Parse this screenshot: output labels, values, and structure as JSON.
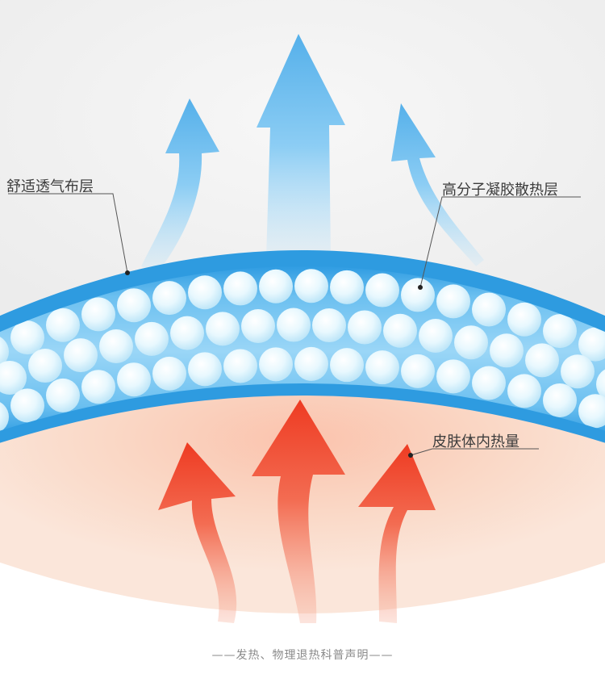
{
  "labels": {
    "fabric_layer": "舒适透气布层",
    "gel_layer": "高分子凝胶散热层",
    "skin_heat": "皮肤体内热量"
  },
  "footer": {
    "note": "——发热、物理退热科普声明——"
  },
  "colors": {
    "background": "#ffffff",
    "top_haze": "#f2f2f2",
    "gel_band": "#3aa7e8",
    "gel_band_light": "#8fd0f5",
    "bead": "#dff4fc",
    "skin": "#f8d2bd",
    "heat_arrow": "#f2442a",
    "cool_arrow": "#61b9ec",
    "leader_line": "#555555"
  },
  "icons": {
    "heat_arrows": "up-arrow-red",
    "cool_arrows": "up-arrow-blue"
  }
}
